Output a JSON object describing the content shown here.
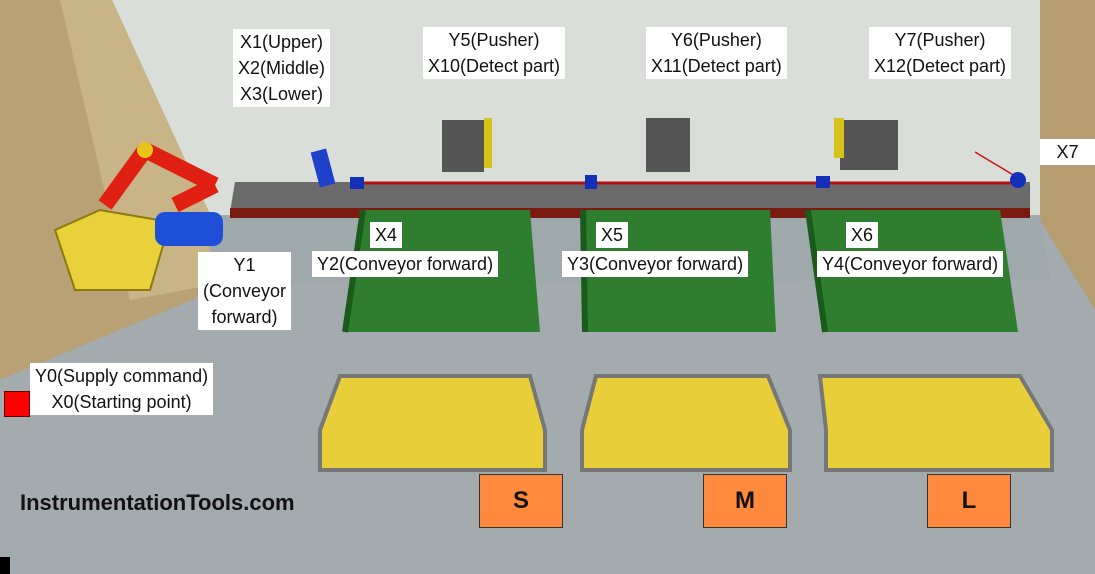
{
  "labels": {
    "upper_sensors": [
      "X1(Upper)",
      "X2(Middle)",
      "X3(Lower)"
    ],
    "pusher1": [
      "Y5(Pusher)",
      "X10(Detect part)"
    ],
    "pusher2": [
      "Y6(Pusher)",
      "X11(Detect part)"
    ],
    "pusher3": [
      "Y7(Pusher)",
      "X12(Detect part)"
    ],
    "end_sensor": "X7",
    "x4": "X4",
    "x5": "X5",
    "x6": "X6",
    "y2": "Y2(Conveyor forward)",
    "y3": "Y3(Conveyor forward)",
    "y4": "Y4(Conveyor forward)",
    "y1": [
      "Y1",
      "(Conveyor",
      "forward)"
    ],
    "supply": [
      "Y0(Supply command)",
      "X0(Starting point)"
    ]
  },
  "bins": [
    "S",
    "M",
    "L"
  ],
  "brand": "InstrumentationTools.com",
  "colors": {
    "conveyor_green": "#2f7d2f",
    "bin_yellow": "#e8cf3a",
    "size_box": "#ff8a3d",
    "indicator_red": "#ff0000",
    "robot_red": "#e02010",
    "robot_blue": "#1f4fd8"
  }
}
